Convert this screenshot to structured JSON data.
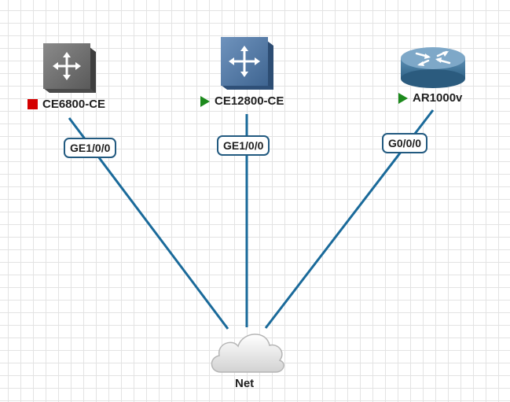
{
  "colors": {
    "link": "#1a6a9a",
    "port_border": "#225a80",
    "status_stopped": "#d40000",
    "status_running": "#1d8a1d"
  },
  "devices": [
    {
      "name": "CE6800-CE",
      "icon": "switch-gray-icon",
      "status": "stopped",
      "port": "GE1/0/0"
    },
    {
      "name": "CE12800-CE",
      "icon": "switch-blue-icon",
      "status": "running",
      "port": "GE1/0/0"
    },
    {
      "name": "AR1000v",
      "icon": "router-icon",
      "status": "running",
      "port": "G0/0/0"
    }
  ],
  "cloud": {
    "name": "Net",
    "icon": "cloud-icon"
  }
}
